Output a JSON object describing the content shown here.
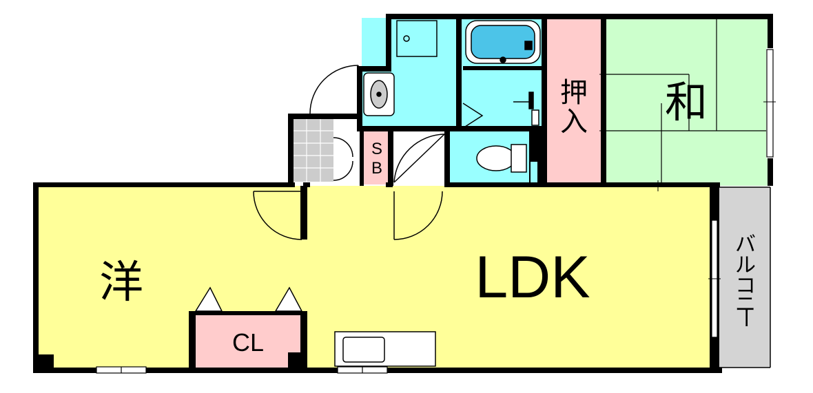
{
  "rooms": {
    "ldk": "LDK",
    "western": "洋",
    "japanese": "和",
    "closet": "CL",
    "shoe_box_s": "S",
    "shoe_box_b": "B",
    "oshiire_1": "押",
    "oshiire_2": "入",
    "balcony": [
      "バ",
      "ル",
      "コ",
      "ニ",
      "ー"
    ]
  },
  "colors": {
    "wall": "#000000",
    "western_floor": "#ffff99",
    "ldk_floor": "#ffff99",
    "japanese_floor": "#ccffcc",
    "oshiire_floor": "#ffcccc",
    "closet_floor": "#ffcccc",
    "shoe_box_floor": "#ffcccc",
    "wet_area_floor": "#99ffff",
    "entrance_floor": "#cccccc",
    "balcony_floor": "#d4d4d4"
  },
  "icons": [
    "toilet-icon",
    "bathtub-icon",
    "washbasin-icon",
    "washing-machine-pan-icon",
    "kitchen-sink-icon",
    "door-swing-icon",
    "window-icon"
  ]
}
